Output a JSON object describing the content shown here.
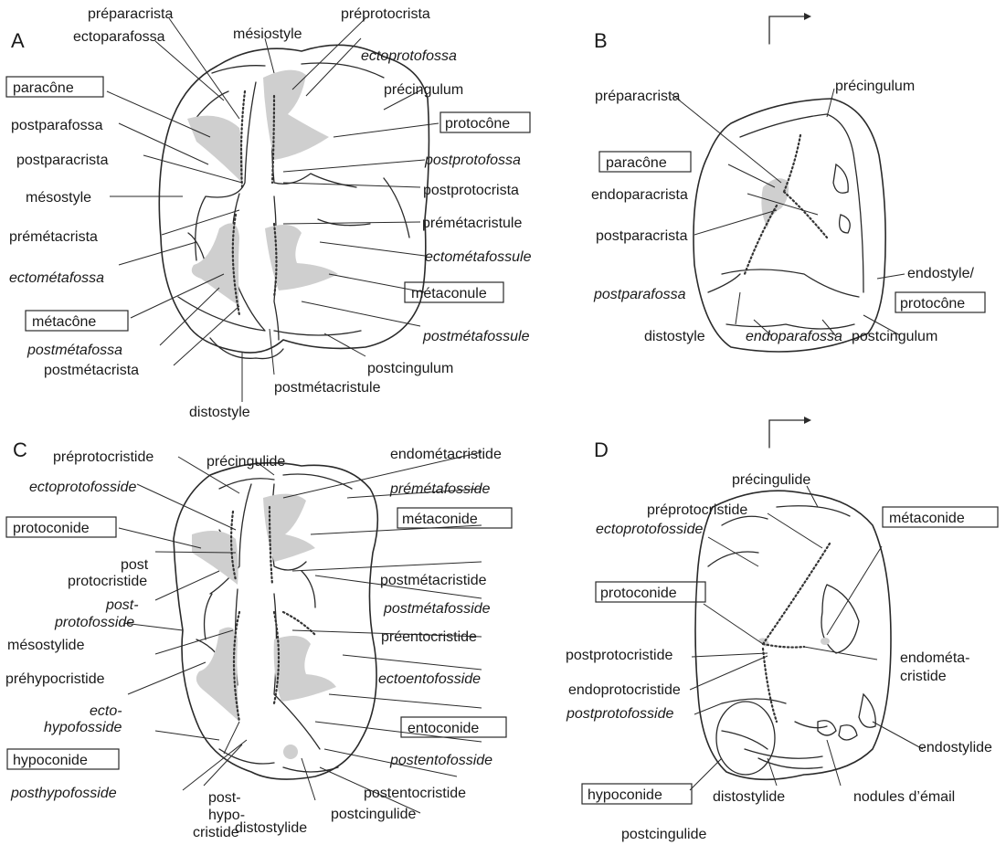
{
  "panels": {
    "A": "A",
    "B": "B",
    "C": "C",
    "D": "D"
  },
  "A": {
    "preparacrista": "préparacrista",
    "preprotocrista": "préprotocrista",
    "mesiostyle": "mésiostyle",
    "ectoparafossa": "ectoparafossa",
    "ectoprotofossa": "ectoprotofossa",
    "paracone": "paracône",
    "precingulum": "précingulum",
    "postparafossa": "postparafossa",
    "protocone": "protocône",
    "postparacrista": "postparacrista",
    "postprotofossa": "postprotofossa",
    "mesostyle": "mésostyle",
    "postprotocrista": "postprotocrista",
    "premetacristule": "prémétacristule",
    "premetacrista": "prémétacrista",
    "ectometafossule": "ectométafossule",
    "ectometafossa": "ectométafossa",
    "metaconule": "métaconule",
    "metacone": "métacône",
    "postmetafossule": "postmétafossule",
    "postmetafossa": "postmétafossa",
    "postmetacrista": "postmétacrista",
    "postcingulum": "postcingulum",
    "postmetacristule": "postmétacristule",
    "distostyle": "distostyle"
  },
  "B": {
    "precingulum": "précingulum",
    "preparacrista": "préparacrista",
    "paracone": "paracône",
    "endoparacrista": "endoparacrista",
    "postparacrista": "postparacrista",
    "endostyle": "endostyle/",
    "protocone": "protocône",
    "postparafossa": "postparafossa",
    "distostyle": "distostyle",
    "endoparafossa": "endoparafossa",
    "postcingulum": "postcingulum"
  },
  "C": {
    "preprotocristide": "préprotocristide",
    "precingulide": "précingulide",
    "endometacristide": "endométacristide",
    "ectoprotofosside": "ectoprotofosside",
    "premetafosside": "prémétafosside",
    "protoconide": "protoconide",
    "metaconide": "métaconide",
    "post": "post",
    "protocristide": "protocristide",
    "postmetacristide": "postmétacristide",
    "post2": "post-",
    "protofosside": "protofosside",
    "postmetafosside": "postmétafosside",
    "mesostylide": "mésostylide",
    "preentocristide": "préentocristide",
    "prehypocristide": "préhypocristide",
    "ectoentofosside": "ectoentofosside",
    "ecto": "ecto-",
    "hypofosside": "hypofosside",
    "entoconide": "entoconide",
    "hypoconide": "hypoconide",
    "postentofosside": "postentofosside",
    "posthypofosside": "posthypofosside",
    "postentocristide": "postentocristide",
    "post3": "post-",
    "postcingulide": "postcingulide",
    "hypo": "hypo-",
    "distostylide": "distostylide",
    "cristide": "cristide"
  },
  "D": {
    "precingulide": "précingulide",
    "preprotocristide": "préprotocristide",
    "metaconide": "métaconide",
    "ectoprotofosside": "ectoprotofosside",
    "protoconide": "protoconide",
    "postprotocristide": "postprotocristide",
    "endometa": "endométa-",
    "cristide": "cristide",
    "endoprotocristide": "endoprotocristide",
    "postprotofosside": "postprotofosside",
    "endostylide": "endostylide",
    "hypoconide": "hypoconide",
    "distostylide": "distostylide",
    "nodules": "nodules d’émail",
    "postcingulide": "postcingulide"
  }
}
